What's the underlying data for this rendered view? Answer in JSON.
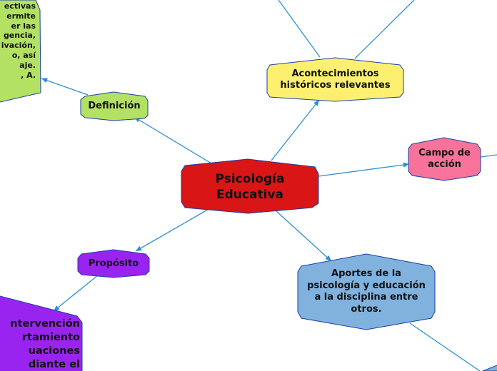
{
  "central": {
    "label": "Psicología\nEducativa",
    "color": "#d91515"
  },
  "nodes": {
    "definicion": {
      "label": "Definición",
      "color": "#b3e164"
    },
    "proposito": {
      "label": "Propósito",
      "color": "#9a24ef"
    },
    "acontecimientos": {
      "label": "Acontecimientos\nhistóricos relevantes",
      "color": "#fdf070"
    },
    "campo": {
      "label": "Campo de\nacción",
      "color": "#f8739a"
    },
    "aportes": {
      "label": "Aportes de la\npsicología y educación\na la disciplina entre\notros.",
      "color": "#80b2dd"
    }
  },
  "partial_nodes": {
    "definicion_text": {
      "label": "ectivas\nermite\ner las\ngencia,\nivación,\no, así\naje.\n, A.",
      "color": "#b3e164"
    },
    "proposito_text": {
      "label": "ntervención\nrtamiento\nuaciones\ndiante el",
      "color": "#9a24ef"
    }
  },
  "colors": {
    "line": "#2e8fd0",
    "border": "#1a3fa8"
  }
}
